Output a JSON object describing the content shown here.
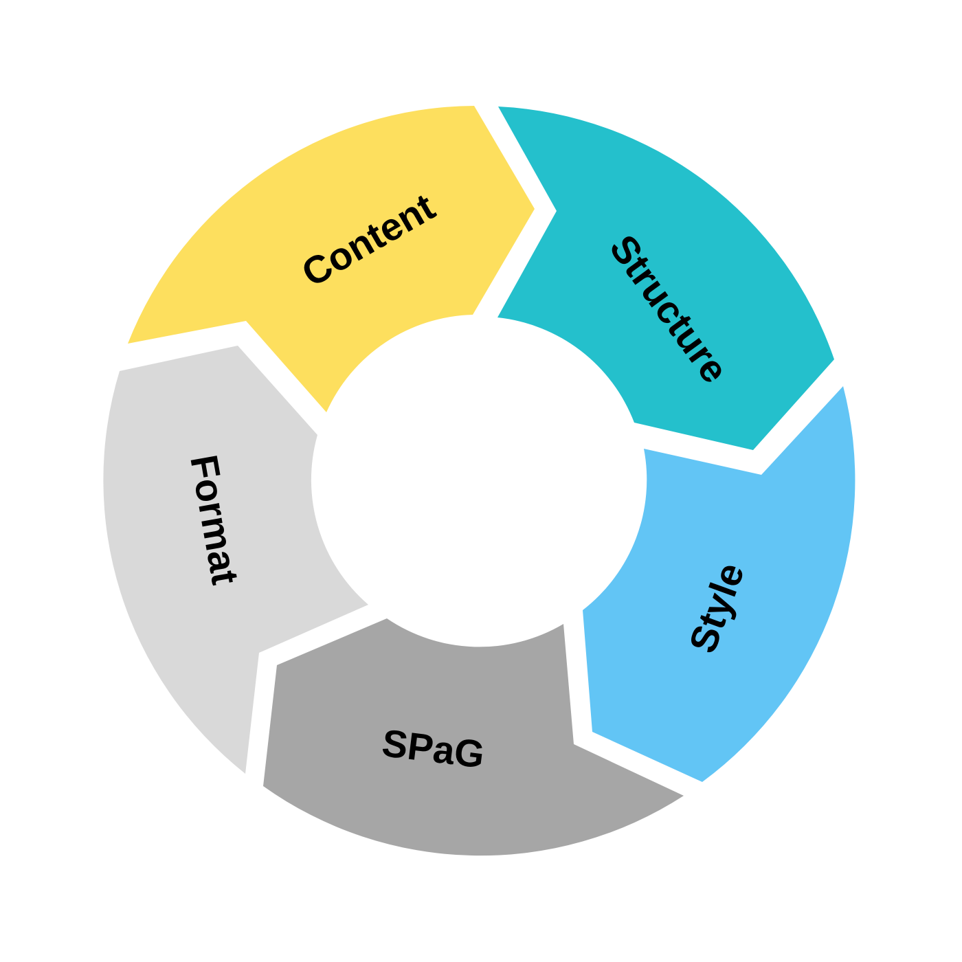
{
  "diagram": {
    "type": "cycle",
    "segments": [
      {
        "id": "content",
        "label": "Content",
        "color": "#FDDF5E"
      },
      {
        "id": "structure",
        "label": "Structure",
        "color": "#24C0CC"
      },
      {
        "id": "style",
        "label": "Style",
        "color": "#62C5F5"
      },
      {
        "id": "spag",
        "label": "SPaG",
        "color": "#A6A6A6"
      },
      {
        "id": "format",
        "label": "Format",
        "color": "#D9D9D9"
      }
    ]
  }
}
